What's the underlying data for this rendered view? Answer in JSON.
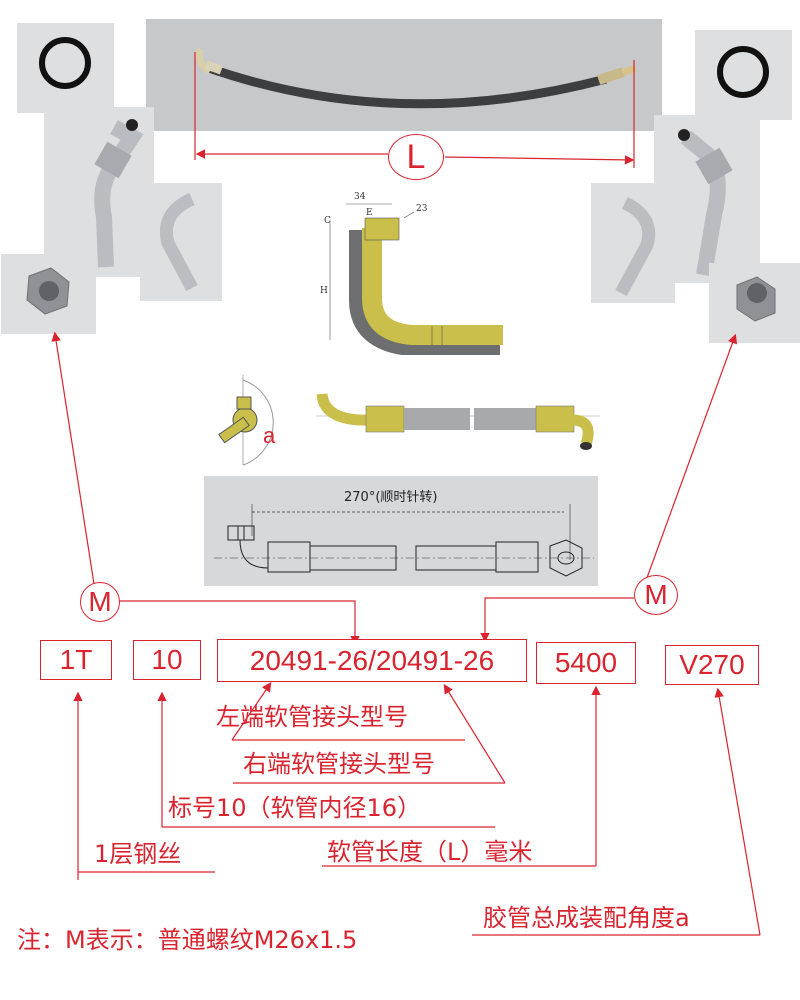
{
  "hose_photo": {
    "dimension_label": "L"
  },
  "fitting_drawing": {
    "dim_top": "34",
    "dim_e": "E",
    "dim_c": "C",
    "dim_h": "H",
    "dim_hex": "23"
  },
  "angle_diagram": {
    "angle_label": "a"
  },
  "scan_drawing": {
    "angle_text": "270°(顺时针转)"
  },
  "markers": {
    "left_m": "M",
    "right_m": "M"
  },
  "code": {
    "layers": "1T",
    "size": "10",
    "fittings": "20491-26/20491-26",
    "length": "5400",
    "angle": "V270"
  },
  "annotations": {
    "left_fitting": "左端软管接头型号",
    "right_fitting": "右端软管接头型号",
    "size_desc": "标号10（软管内径16）",
    "layers_desc": "1层钢丝",
    "length_desc": "软管长度（L）毫米",
    "angle_desc": "胶管总成装配角度a",
    "note": "注：M表示：普通螺纹M26x1.5"
  },
  "colors": {
    "accent": "#d9242f",
    "fitting_yellow": "#c9bf4a",
    "hose_gray": "#8d8f92"
  }
}
